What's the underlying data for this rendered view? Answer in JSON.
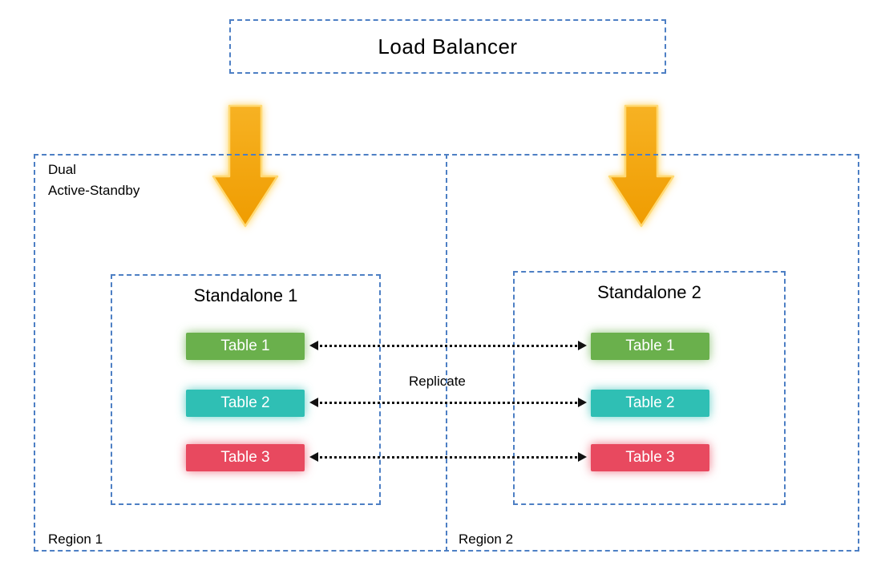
{
  "diagram": {
    "title": "Load Balancer",
    "mode_label": "Dual\nActive-Standby",
    "replicate_label": "Replicate",
    "regions": [
      {
        "label": "Region 1",
        "standalone_title": "Standalone 1",
        "tables": [
          "Table 1",
          "Table 2",
          "Table 3"
        ]
      },
      {
        "label": "Region 2",
        "standalone_title": "Standalone 2",
        "tables": [
          "Table 1",
          "Table 2",
          "Table 3"
        ]
      }
    ],
    "colors": {
      "dashed_border_blue": "#4d7fc4",
      "arrow_orange": "#f2a50c",
      "arrow_glow": "#ffd974",
      "table_green": "#6ab04c",
      "table_teal": "#2fbfb4",
      "table_red": "#e8495f",
      "connector_black": "#111111"
    }
  }
}
